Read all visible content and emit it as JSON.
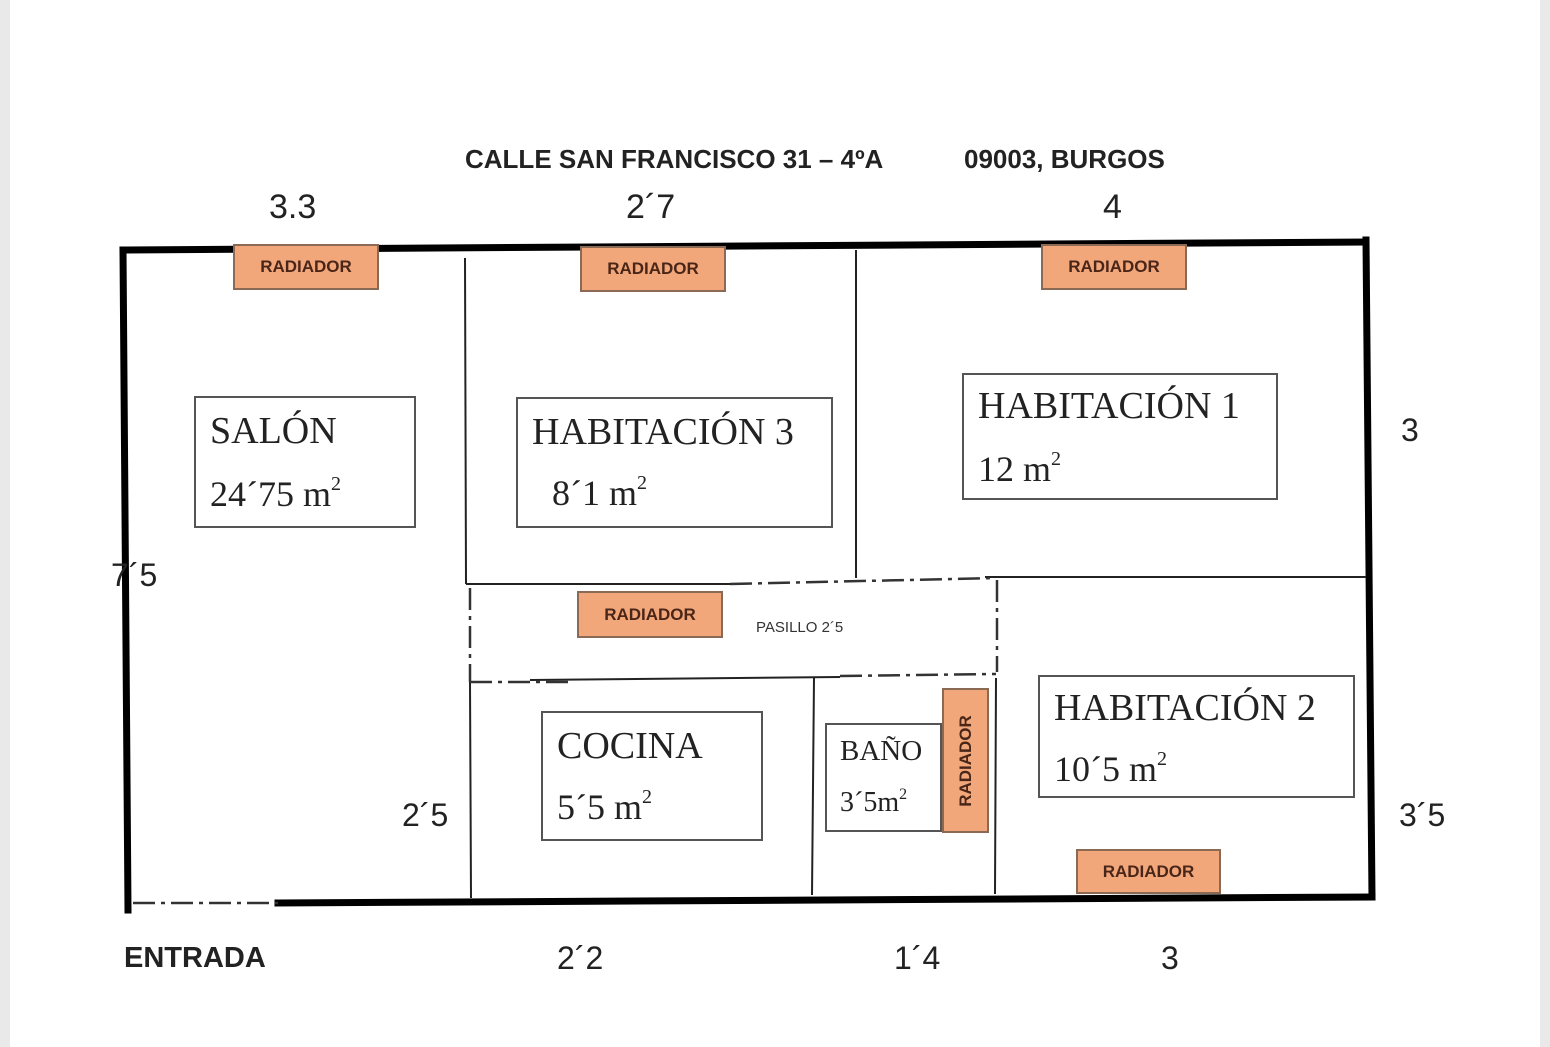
{
  "header": {
    "address": "CALLE SAN FRANCISCO 31 – 4ºA",
    "postal": "09003, BURGOS"
  },
  "dimensions": {
    "top": [
      "3.3",
      "2´7",
      "4"
    ],
    "bottom": [
      "2´2",
      "1´4",
      "3"
    ],
    "left": "7´5",
    "right_top": "3",
    "right_bottom": "3´5",
    "cocina_left": "2´5"
  },
  "entrance": "ENTRADA",
  "rooms": {
    "salon": {
      "name": "SALÓN",
      "area": "24´75 m",
      "sup": "2"
    },
    "hab3": {
      "name": "HABITACIÓN 3",
      "area": "8´1 m",
      "sup": "2"
    },
    "hab1": {
      "name": "HABITACIÓN 1",
      "area": "12 m",
      "sup": "2"
    },
    "hab2": {
      "name": "HABITACIÓN 2",
      "area": "10´5 m",
      "sup": "2"
    },
    "cocina": {
      "name": "COCINA",
      "area": "5´5 m",
      "sup": "2"
    },
    "bano": {
      "name": "BAÑO",
      "area": "3´5m",
      "sup": "2"
    }
  },
  "corridor": "PASILLO  2´5",
  "radiator_label": "RADIADOR",
  "colors": {
    "radiator_fill": "#f2a77b",
    "wall": "#000000"
  }
}
